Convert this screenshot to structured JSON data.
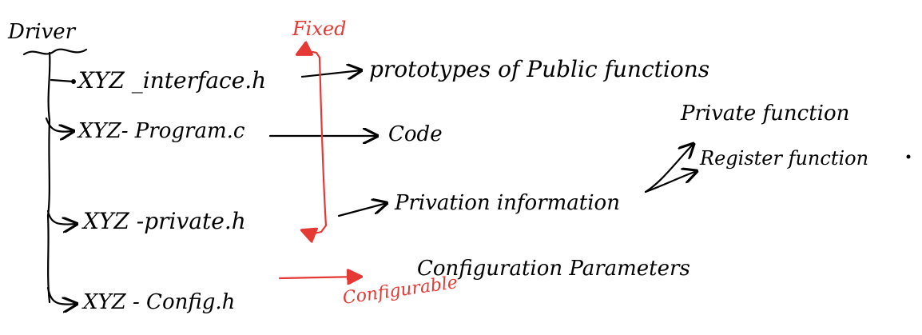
{
  "root": {
    "label": "Driver"
  },
  "files": [
    {
      "name": "XYZ _interface.h",
      "description": "prototypes of Public functions"
    },
    {
      "name": "XYZ- Program.c",
      "description": "Code"
    },
    {
      "name": "XYZ -private.h",
      "description": "Privation information"
    },
    {
      "name": "XYZ - Config.h",
      "description": "Configuration Parameters"
    }
  ],
  "private_branches": [
    "Private function",
    "Register function"
  ],
  "annotations": {
    "fixed": "Fixed",
    "configurable": "Configurable"
  },
  "colors": {
    "ink": "#000000",
    "accent": "#e53935"
  }
}
